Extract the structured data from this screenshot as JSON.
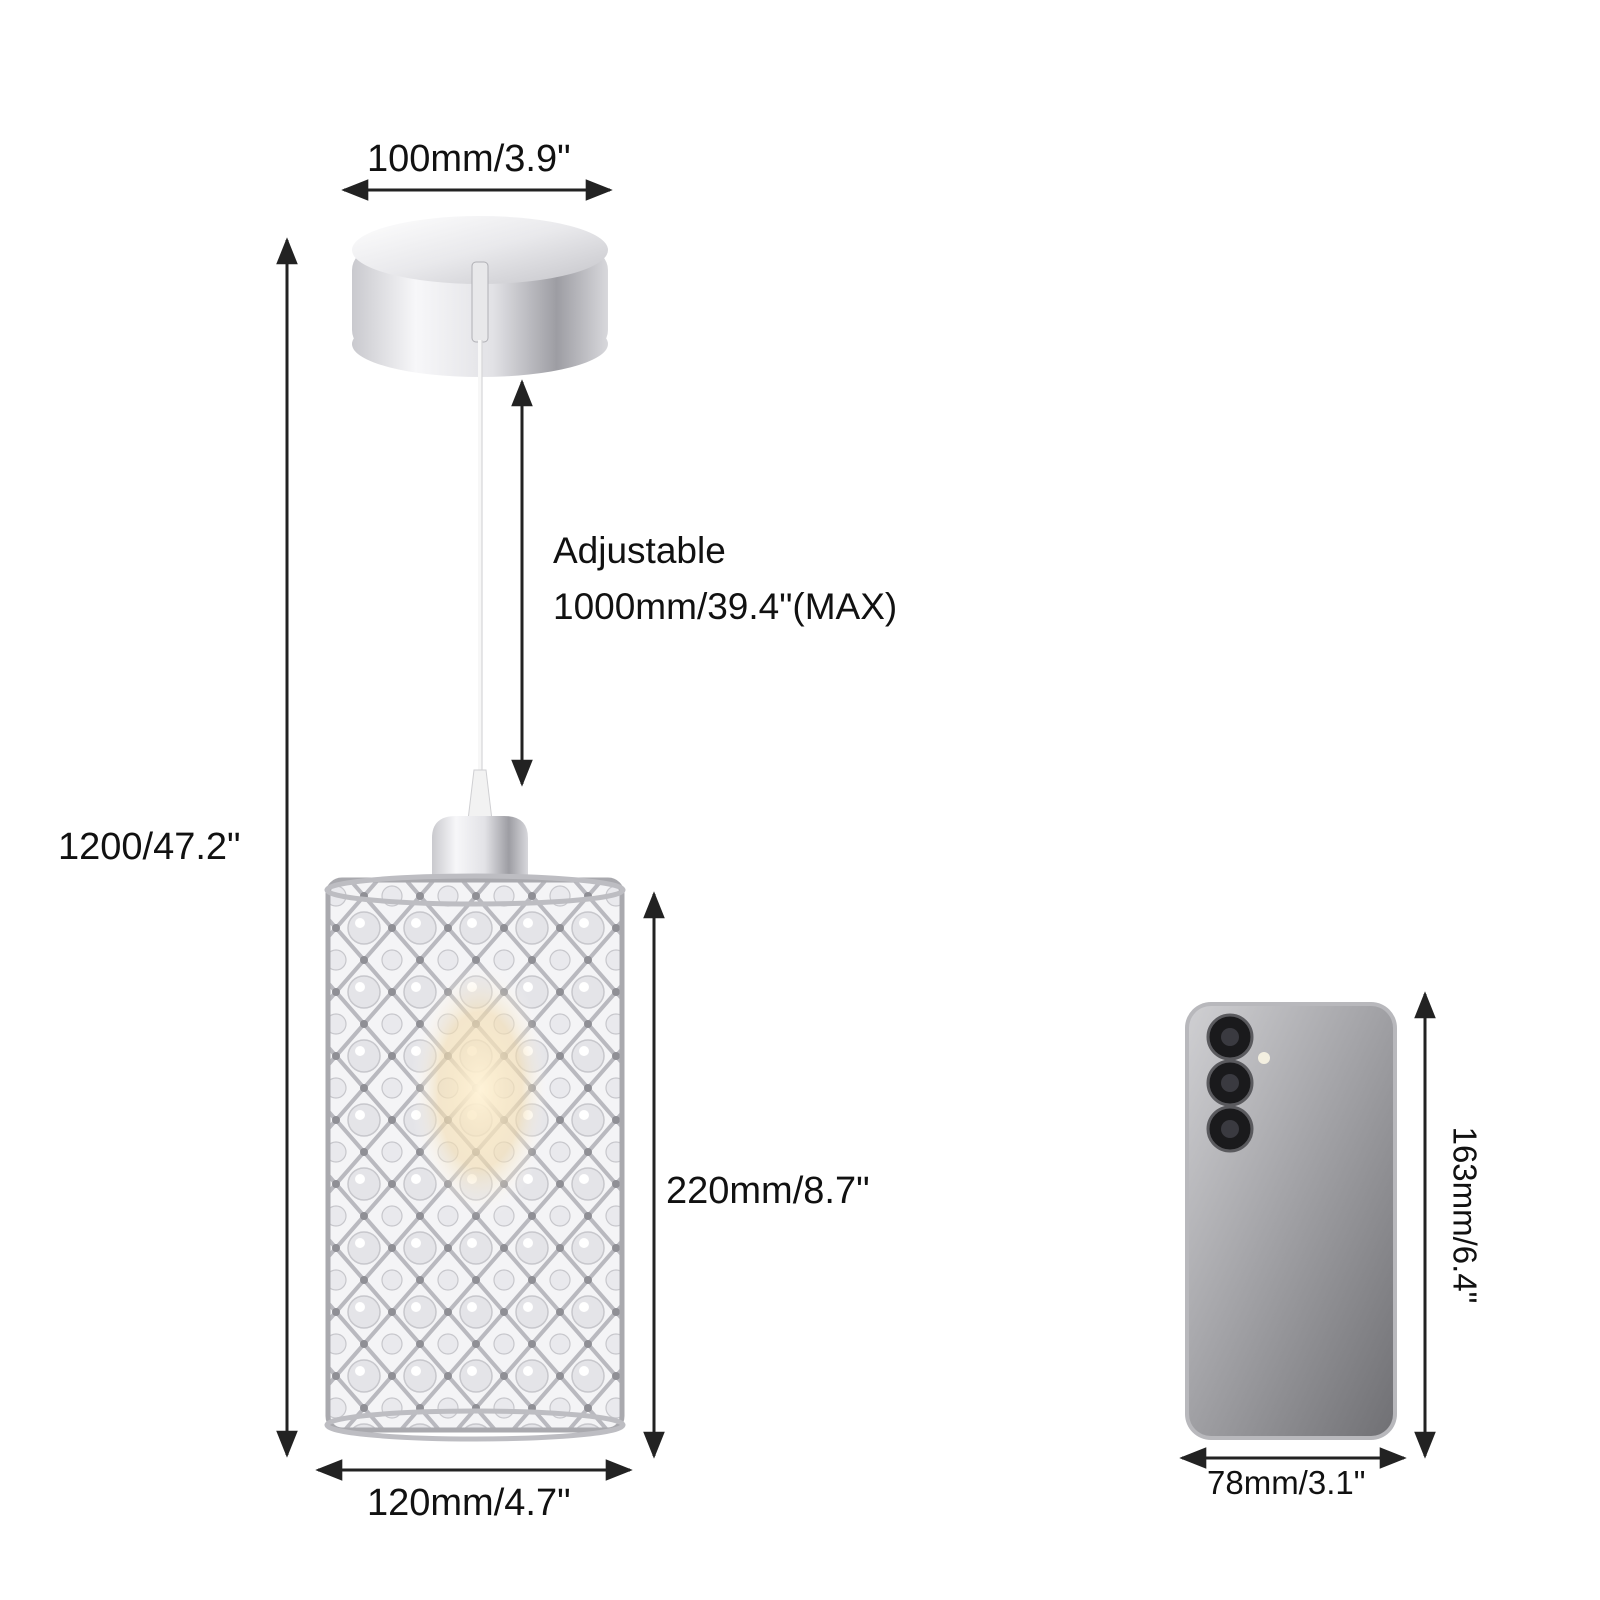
{
  "dimensions": {
    "canopy_width": "100mm/3.9\"",
    "adjustable_label": "Adjustable",
    "adjustable_length": "1000mm/39.4\"(MAX)",
    "total_height": "1200/47.2\"",
    "shade_height": "220mm/8.7\"",
    "shade_width": "120mm/4.7\"",
    "phone_width": "78mm/3.1\"",
    "phone_height": "163mm/6.4\""
  },
  "colors": {
    "chrome_light": "#f2f2f4",
    "chrome_dark": "#9a9aa0",
    "crystal": "#e6e6ea",
    "phone_body": "#8e8e92",
    "arrow": "#222222"
  },
  "icons": [
    "pendant-lamp-icon",
    "smartphone-icon"
  ]
}
